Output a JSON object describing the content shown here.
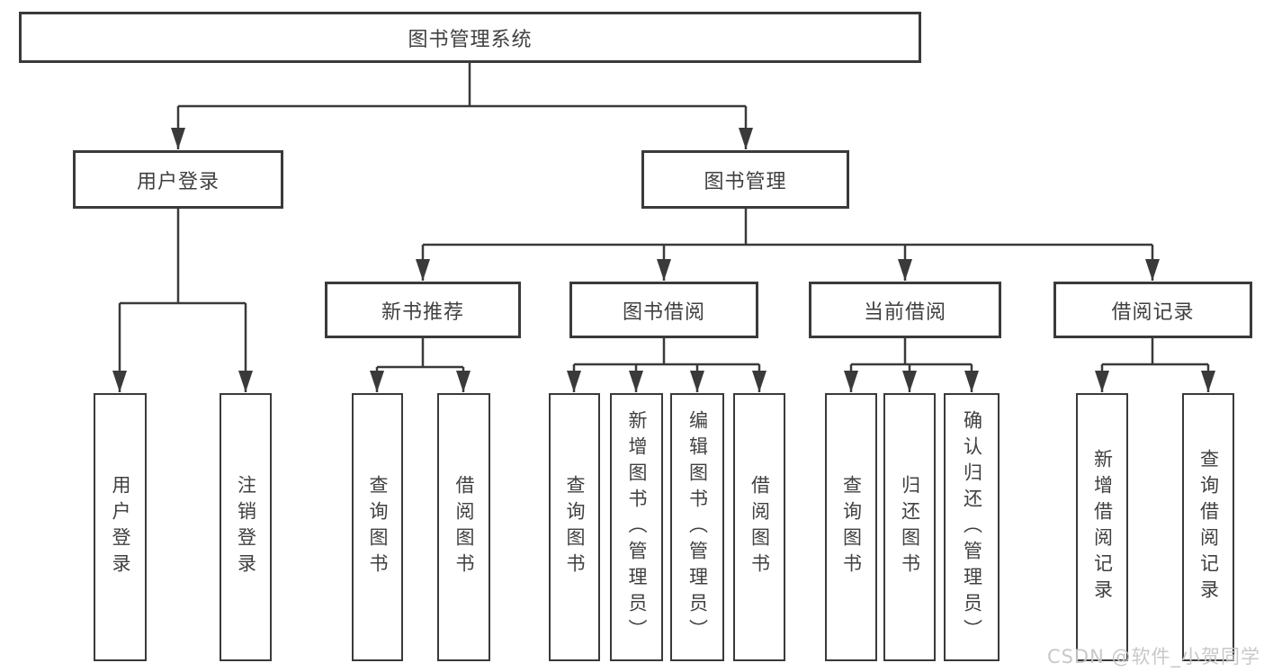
{
  "colors": {
    "line": "#3a3a3a",
    "box_border": "#3a3a3a",
    "text": "#404040",
    "background": "#ffffff",
    "watermark": "#c5c5c5"
  },
  "watermark": {
    "text": "CSDN @软件_小贺同学"
  },
  "tree": {
    "root": {
      "label": "图书管理系统"
    },
    "branches": [
      {
        "label": "用户登录",
        "children": [
          {
            "label": "用户登录"
          },
          {
            "label": "注销登录"
          }
        ]
      },
      {
        "label": "图书管理",
        "children": [
          {
            "label": "新书推荐",
            "children": [
              {
                "label": "查询图书"
              },
              {
                "label": "借阅图书"
              }
            ]
          },
          {
            "label": "图书借阅",
            "children": [
              {
                "label": "查询图书"
              },
              {
                "label": "新增图书（管理员）"
              },
              {
                "label": "编辑图书（管理员）"
              },
              {
                "label": "借阅图书"
              }
            ]
          },
          {
            "label": "当前借阅",
            "children": [
              {
                "label": "查询图书"
              },
              {
                "label": "归还图书"
              },
              {
                "label": "确认归还（管理员）"
              }
            ]
          },
          {
            "label": "借阅记录",
            "children": [
              {
                "label": "新增借阅记录"
              },
              {
                "label": "查询借阅记录"
              }
            ]
          }
        ]
      }
    ]
  }
}
